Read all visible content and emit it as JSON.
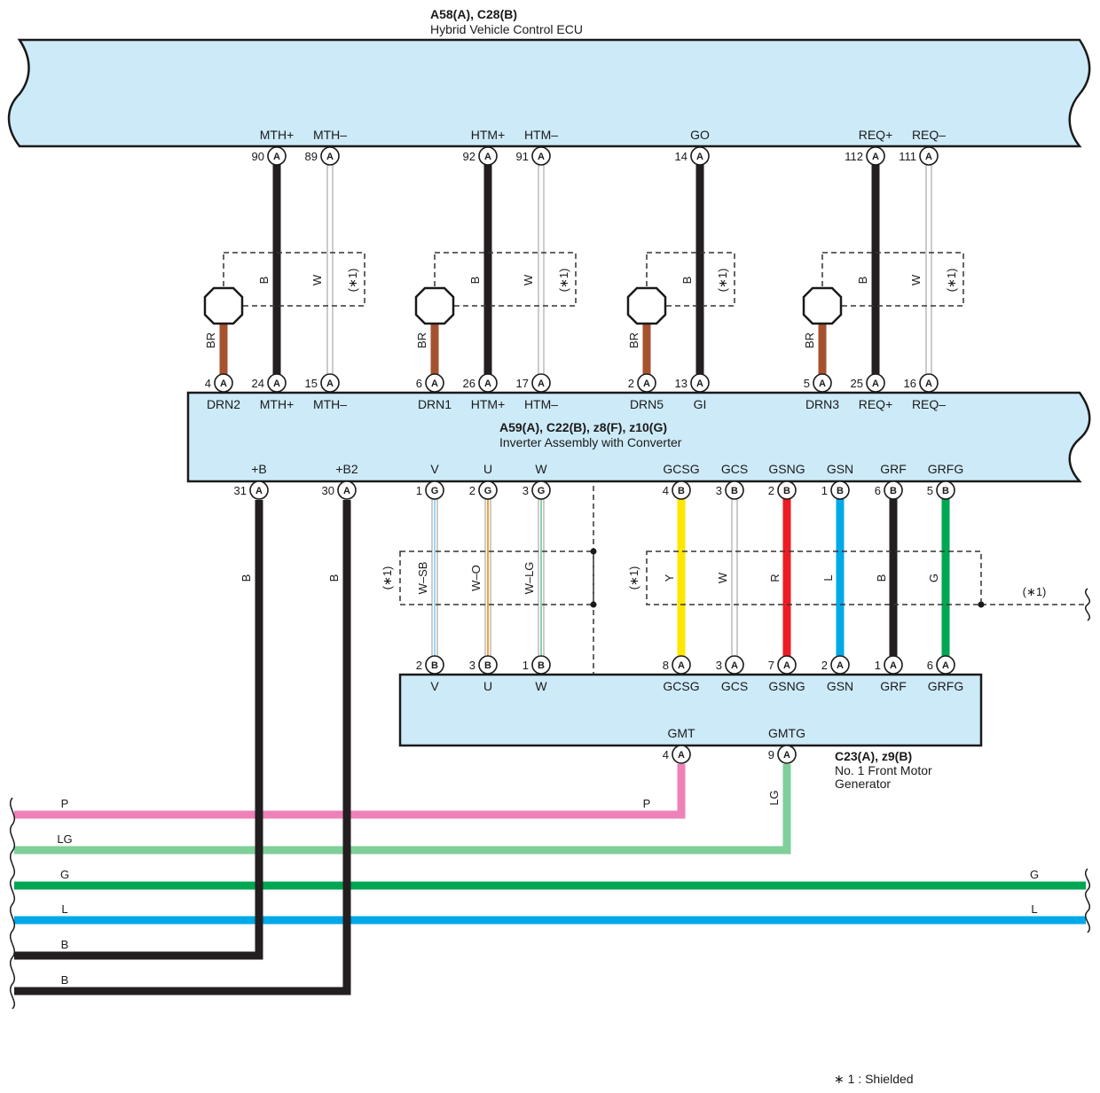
{
  "ecu": {
    "connector": "A58(A), C28(B)",
    "name": "Hybrid Vehicle Control ECU",
    "terminals": [
      "MTH+",
      "MTH–",
      "HTM+",
      "HTM–",
      "GO",
      "REQ+",
      "REQ–"
    ],
    "pins": [
      {
        "num": "90",
        "letter": "A"
      },
      {
        "num": "89",
        "letter": "A"
      },
      {
        "num": "92",
        "letter": "A"
      },
      {
        "num": "91",
        "letter": "A"
      },
      {
        "num": "14",
        "letter": "A"
      },
      {
        "num": "112",
        "letter": "A"
      },
      {
        "num": "111",
        "letter": "A"
      }
    ]
  },
  "inverter": {
    "connector": "A59(A), C22(B), z8(F), z10(G)",
    "name": "Inverter Assembly with Converter",
    "top_terminals": [
      "DRN2",
      "MTH+",
      "MTH–",
      "DRN1",
      "HTM+",
      "HTM–",
      "DRN5",
      "GI",
      "DRN3",
      "REQ+",
      "REQ–"
    ],
    "top_pins": [
      {
        "num": "4",
        "letter": "A"
      },
      {
        "num": "24",
        "letter": "A"
      },
      {
        "num": "15",
        "letter": "A"
      },
      {
        "num": "6",
        "letter": "A"
      },
      {
        "num": "26",
        "letter": "A"
      },
      {
        "num": "17",
        "letter": "A"
      },
      {
        "num": "2",
        "letter": "A"
      },
      {
        "num": "13",
        "letter": "A"
      },
      {
        "num": "5",
        "letter": "A"
      },
      {
        "num": "25",
        "letter": "A"
      },
      {
        "num": "16",
        "letter": "A"
      }
    ],
    "bottom_terminals": [
      "+B",
      "+B2",
      "V",
      "U",
      "W",
      "GCSG",
      "GCS",
      "GSNG",
      "GSN",
      "GRF",
      "GRFG"
    ],
    "bottom_pins": [
      {
        "num": "31",
        "letter": "A"
      },
      {
        "num": "30",
        "letter": "A"
      },
      {
        "num": "1",
        "letter": "G"
      },
      {
        "num": "2",
        "letter": "G"
      },
      {
        "num": "3",
        "letter": "G"
      },
      {
        "num": "4",
        "letter": "B"
      },
      {
        "num": "3",
        "letter": "B"
      },
      {
        "num": "2",
        "letter": "B"
      },
      {
        "num": "1",
        "letter": "B"
      },
      {
        "num": "6",
        "letter": "B"
      },
      {
        "num": "5",
        "letter": "B"
      }
    ]
  },
  "motor": {
    "connector": "C23(A), z9(B)",
    "name_line1": "No.  1 Front Motor",
    "name_line2": "Generator",
    "top_terminals": [
      "V",
      "U",
      "W",
      "GCSG",
      "GCS",
      "GSNG",
      "GSN",
      "GRF",
      "GRFG"
    ],
    "top_pins": [
      {
        "num": "2",
        "letter": "B"
      },
      {
        "num": "3",
        "letter": "B"
      },
      {
        "num": "1",
        "letter": "B"
      },
      {
        "num": "8",
        "letter": "A"
      },
      {
        "num": "3",
        "letter": "A"
      },
      {
        "num": "7",
        "letter": "A"
      },
      {
        "num": "2",
        "letter": "A"
      },
      {
        "num": "1",
        "letter": "A"
      },
      {
        "num": "6",
        "letter": "A"
      }
    ],
    "bottom_terminals": [
      "GMT",
      "GMTG"
    ],
    "bottom_pins": [
      {
        "num": "4",
        "letter": "A"
      },
      {
        "num": "9",
        "letter": "A"
      }
    ]
  },
  "wire_colors_upper": [
    "B",
    "W",
    "B",
    "W",
    "B",
    "B",
    "W"
  ],
  "drain_wire_color": "BR",
  "wire_colors_middle": [
    "W–SB",
    "W–O",
    "W–LG",
    "Y",
    "W",
    "R",
    "L",
    "B",
    "G"
  ],
  "power_wire_colors": [
    "B",
    "B"
  ],
  "harness_wires": [
    {
      "left": "P",
      "right": "P",
      "color": "#ee82b8"
    },
    {
      "left": "LG",
      "right": "LG",
      "color": "#7fcf98"
    },
    {
      "left": "G",
      "right": "G",
      "color": "#00a651"
    },
    {
      "left": "L",
      "right": "L",
      "color": "#00a9e8"
    },
    {
      "left": "B",
      "right": "",
      "color": "#231f20"
    },
    {
      "left": "B",
      "right": "",
      "color": "#231f20"
    }
  ],
  "shield_mark": "(∗1)",
  "footnote": "∗ 1 : Shielded",
  "colors": {
    "black": "#231f20",
    "white": "#ffffff",
    "brown": "#a6522e",
    "yellow": "#ffe600",
    "red": "#ed1c24",
    "blue": "#00a9e8",
    "green": "#00a651",
    "light_green": "#7fcf98",
    "pink": "#ee82b8",
    "sky_blue": "#8fd3f4",
    "orange": "#f7941d",
    "component_fill": "#cdeaf8"
  }
}
